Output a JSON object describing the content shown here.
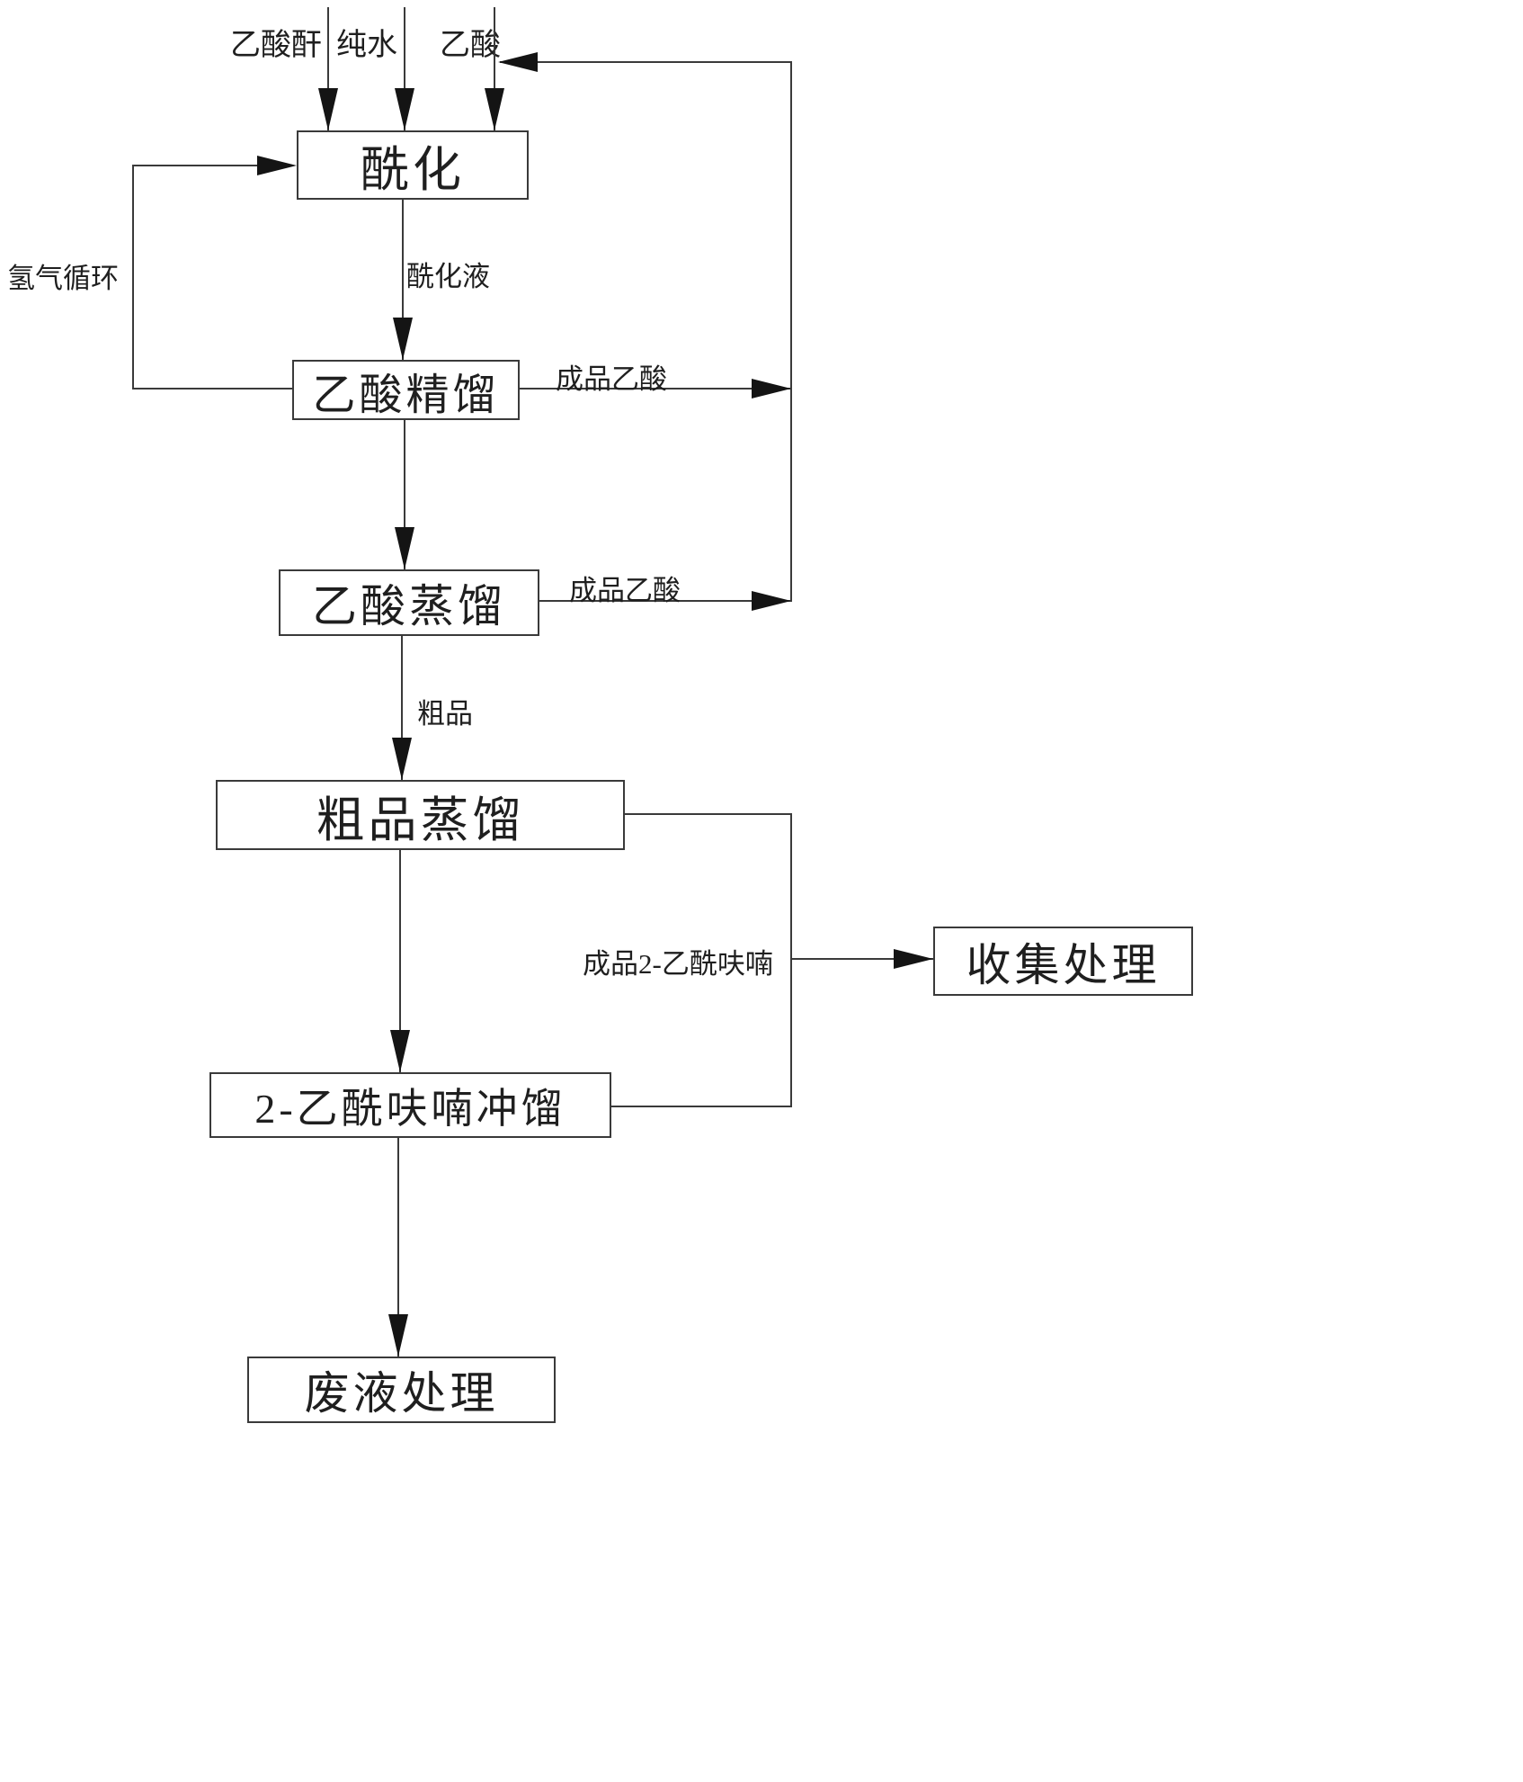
{
  "diagram": {
    "inputs": [
      {
        "label": "乙酸酐"
      },
      {
        "label": "纯水"
      },
      {
        "label": "乙酸"
      }
    ],
    "nodes": {
      "acylation": {
        "label": "酰化"
      },
      "acetic_acid_rectification": {
        "label": "乙酸精馏"
      },
      "acetic_acid_distillation": {
        "label": "乙酸蒸馏"
      },
      "crude_distillation": {
        "label": "粗品蒸馏"
      },
      "acetylfuran_flash_distillation": {
        "label": "2-乙酰呋喃冲馏"
      },
      "collection_treatment": {
        "label": "收集处理"
      },
      "waste_treatment": {
        "label": "废液处理"
      }
    },
    "edge_labels": {
      "hydrogen_recycle": "氢气循环",
      "acylation_liquid": "酰化液",
      "finished_acetic_acid_1": "成品乙酸",
      "finished_acetic_acid_2": "成品乙酸",
      "crude_product": "粗品",
      "finished_acetylfuran": "成品2-乙酰呋喃"
    },
    "colors": {
      "line": "#3a3a3a",
      "arrow": "#141414",
      "background": "#ffffff"
    }
  }
}
